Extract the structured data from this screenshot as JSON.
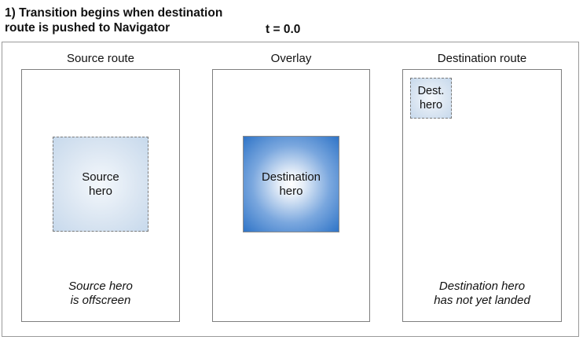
{
  "header": {
    "step_title_line1": "1) Transition begins when destination",
    "step_title_line2": "route is pushed to Navigator",
    "time_label": "t = 0.0"
  },
  "columns": [
    {
      "title": "Source route",
      "hero_line1": "Source",
      "hero_line2": "hero",
      "note_line1": "Source hero",
      "note_line2": "is offscreen"
    },
    {
      "title": "Overlay",
      "hero_line1": "Destination",
      "hero_line2": "hero"
    },
    {
      "title": "Destination route",
      "hero_line1": "Dest.",
      "hero_line2": "hero",
      "note_line1": "Destination hero",
      "note_line2": "has not yet landed"
    }
  ]
}
